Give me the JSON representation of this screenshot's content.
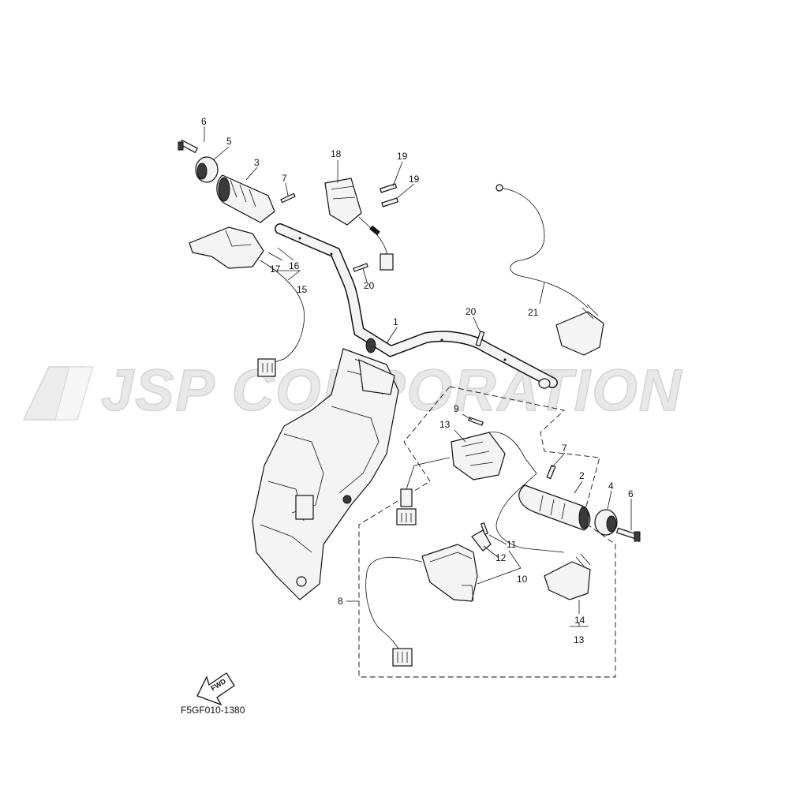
{
  "watermark": {
    "text": "JSP CORPORATION"
  },
  "drawing_code": "F5GF010-1380",
  "fwd_label": "FWD",
  "callouts": {
    "c1": "1",
    "c2": "2",
    "c3": "3",
    "c4": "4",
    "c5": "5",
    "c6a": "6",
    "c6b": "6",
    "c7a": "7",
    "c7b": "7",
    "c8": "8",
    "c9": "9",
    "c10": "10",
    "c11": "11",
    "c12": "12",
    "c13a": "13",
    "c13b": "13",
    "c14": "14",
    "c15": "15",
    "c16": "16",
    "c17": "17",
    "c18": "18",
    "c19a": "19",
    "c19b": "19",
    "c20a": "20",
    "c20b": "20",
    "c21": "21"
  }
}
